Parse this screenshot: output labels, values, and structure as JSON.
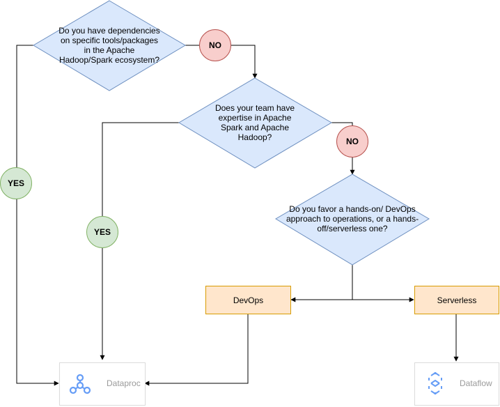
{
  "diagram": {
    "q1": "Do you have dependencies on specific tools/packages in the Apache Hadoop/Spark ecosystem?",
    "q2": "Does your team have expertise in Apache Spark and Apache Hadoop?",
    "q3": "Do you favor a hands-on/ DevOps approach to operations, or a hands-off/serverless one?",
    "no_label": "NO",
    "yes_label": "YES",
    "devops_label": "DevOps",
    "serverless_label": "Serverless",
    "dataproc_label": "Dataproc",
    "dataflow_label": "Dataflow",
    "colors": {
      "diamond_fill": "#dae8fc",
      "diamond_stroke": "#6c8ebf",
      "no_fill": "#f8cecc",
      "yes_fill": "#d5e8d4",
      "option_fill": "#ffe6cc",
      "icon_blue": "#669df6"
    }
  }
}
